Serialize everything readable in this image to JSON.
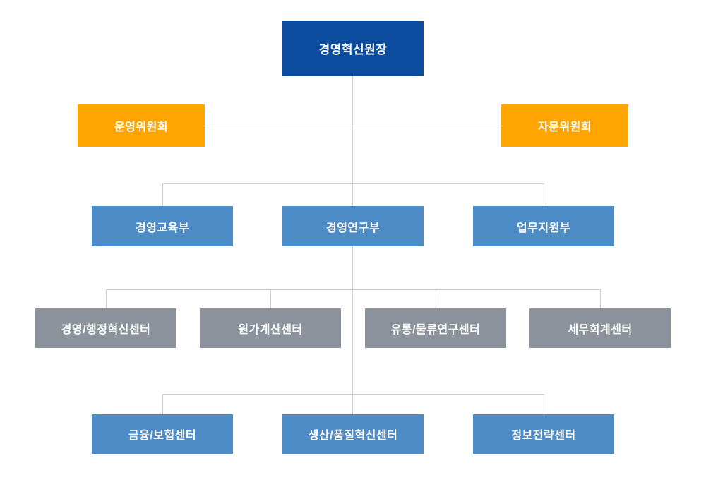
{
  "org_chart": {
    "type": "org-chart",
    "root": {
      "label": "경영혁신원장"
    },
    "committees": [
      {
        "label": "운영위원회"
      },
      {
        "label": "자문위원회"
      }
    ],
    "departments": [
      {
        "label": "경영교육부"
      },
      {
        "label": "경영연구부"
      },
      {
        "label": "업무지원부"
      }
    ],
    "centers_row1": [
      {
        "label": "경영/행정혁신센터"
      },
      {
        "label": "원가계산센터"
      },
      {
        "label": "유통/물류연구센터"
      },
      {
        "label": "세무회계센터"
      }
    ],
    "centers_row2": [
      {
        "label": "금융/보험센터"
      },
      {
        "label": "생산/품질혁신센터"
      },
      {
        "label": "정보전략센터"
      }
    ],
    "colors": {
      "root": "#0C4C9F",
      "committee": "#FFA502",
      "department": "#4D8CC6",
      "center_row1": "#8B929C",
      "center_row2": "#4D8CC6",
      "connector": "#CCCCCC",
      "text": "#FFFFFF",
      "background": "#FFFFFF"
    }
  }
}
